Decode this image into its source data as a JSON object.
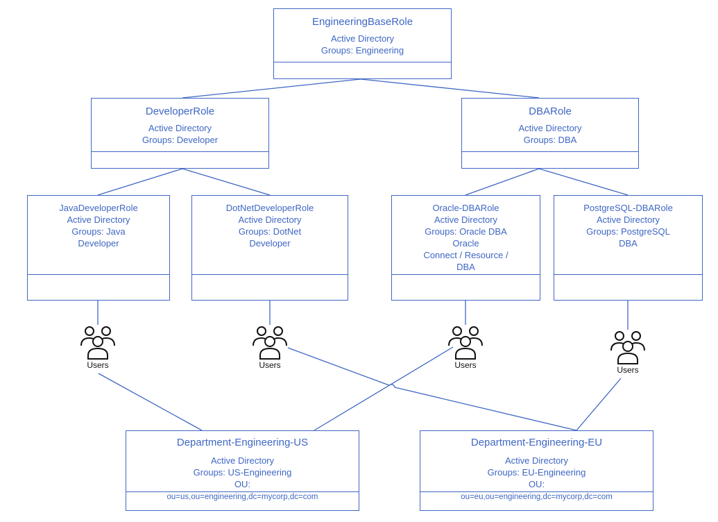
{
  "colors": {
    "line": "#3f67c4",
    "text": "#3f67c4",
    "icon": "#111111"
  },
  "base_role": {
    "title": "EngineeringBaseRole",
    "lines": [
      "Active Directory",
      "Groups: Engineering"
    ]
  },
  "developer_role": {
    "title": "DeveloperRole",
    "lines": [
      "Active Directory",
      "Groups: Developer"
    ]
  },
  "dba_role": {
    "title": "DBARole",
    "lines": [
      "Active Directory",
      "Groups: DBA"
    ]
  },
  "java_role": {
    "lines": [
      "JavaDeveloperRole",
      "Active Directory",
      "Groups: Java",
      "Developer"
    ]
  },
  "dotnet_role": {
    "lines": [
      "DotNetDeveloperRole",
      "Active Directory",
      "Groups: DotNet",
      "Developer"
    ]
  },
  "oracle_role": {
    "lines": [
      "Oracle-DBARole",
      "Active Directory",
      "Groups: Oracle DBA",
      "Oracle",
      "Connect / Resource /",
      "DBA"
    ]
  },
  "postgres_role": {
    "lines": [
      "PostgreSQL-DBARole",
      "Active Directory",
      "Groups: PostgreSQL",
      "DBA"
    ]
  },
  "users": {
    "label": "Users",
    "icon": "users-group-icon"
  },
  "dept_us": {
    "title": "Department-Engineering-US",
    "lines": [
      "Active Directory",
      "Groups: US-Engineering",
      "OU:"
    ],
    "ou": "ou=us,ou=engineering,dc=mycorp,dc=com"
  },
  "dept_eu": {
    "title": "Department-Engineering-EU",
    "lines": [
      "Active Directory",
      "Groups: EU-Engineering",
      "OU:"
    ],
    "ou": "ou=eu,ou=engineering,dc=mycorp,dc=com"
  }
}
